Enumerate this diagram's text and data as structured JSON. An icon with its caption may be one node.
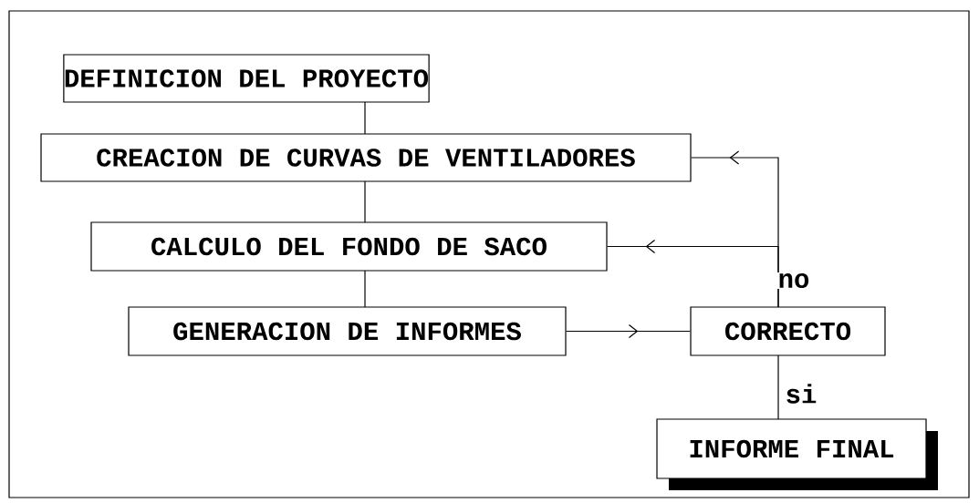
{
  "diagram": {
    "nodes": [
      {
        "text": [
          "DEFINICION DEL PROYECTO"
        ]
      },
      {
        "text": [
          "CREACION DE CURVAS DE VENTILADORES"
        ]
      },
      {
        "text": [
          "CALCULO DEL FONDO DE SACO"
        ]
      },
      {
        "text": [
          "GENERACION DE INFORMES"
        ]
      },
      {
        "text": [
          "CORRECTO"
        ]
      },
      {
        "text": [
          "INFORME FINAL"
        ]
      }
    ],
    "edges": [
      {
        "from": 0,
        "to": 1,
        "arrow": "none"
      },
      {
        "from": 1,
        "to": 2,
        "arrow": "none"
      },
      {
        "from": 2,
        "to": 3,
        "arrow": "none"
      },
      {
        "from": 3,
        "to": 4,
        "arrow": "to"
      },
      {
        "from": 4,
        "to": 1,
        "arrow": "to"
      },
      {
        "from": 4,
        "to": 2,
        "arrow": "to",
        "label": "no"
      },
      {
        "from": 4,
        "to": 5,
        "arrow": "none",
        "label": "si"
      }
    ]
  }
}
